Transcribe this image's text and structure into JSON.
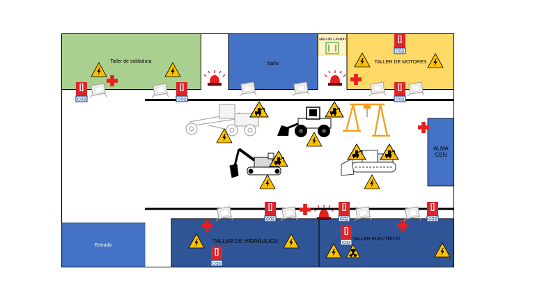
{
  "diagram": {
    "rooms": {
      "welding": "Taller de soldadura",
      "bathroom": "baño",
      "wash_area": "AREA DE LAVADO",
      "motors": "TALLER DE MOTORES",
      "warehouse": "ALMA\nCEN",
      "entrance": "Entrada",
      "hydraulic": "TALLER DE HIDRÁULICA",
      "electric": "TALLER ELECTRICO"
    },
    "colors": {
      "welding": "#a9d08e",
      "blue": "#4472c4",
      "dark_blue": "#2f5597",
      "motors": "#ffd966",
      "wash": "#fff2cc",
      "outline": "#000000",
      "red": "#e52020",
      "warning": "#ffc000"
    },
    "icons": [
      "cross-icon",
      "high-voltage-icon",
      "fire-extinguisher-icon",
      "alarm-light-icon",
      "spotlight-icon",
      "motor-grader-icon",
      "wheel-loader-icon",
      "gantry-crane-icon",
      "excavator-icon",
      "crawler-dozer-icon",
      "machinery-warning-icon",
      "radiation-icon"
    ]
  }
}
